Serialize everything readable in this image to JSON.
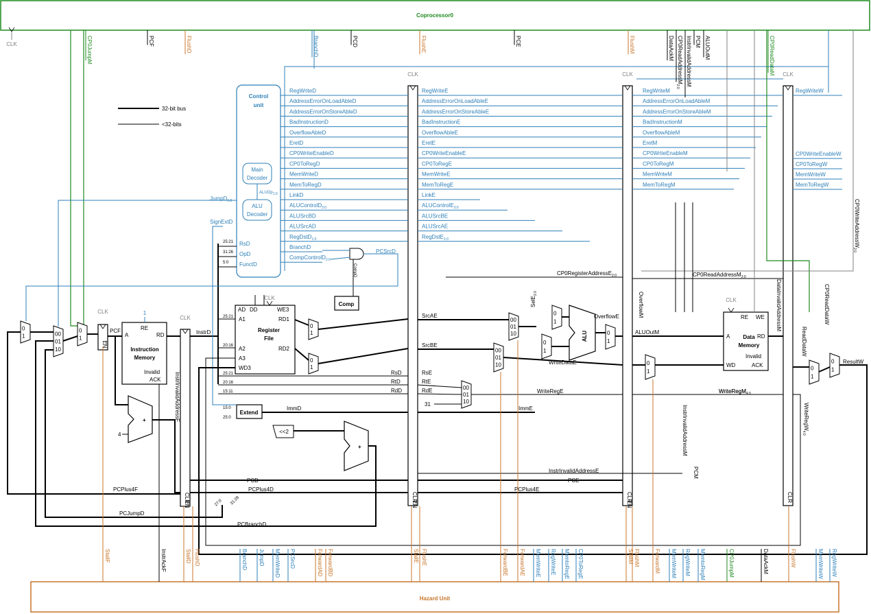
{
  "colors": {
    "blue": "#2d7fb8",
    "orange": "#c8752b",
    "green": "#1f8a1f",
    "gray": "#808080",
    "black": "#000000"
  },
  "blocks": {
    "coprocessor": "Coprocessor0",
    "hazard": "Hazard Unit",
    "control_unit": [
      "Control",
      "unit"
    ],
    "main_decoder": [
      "Main",
      "Decoder"
    ],
    "alu_decoder": [
      "ALU",
      "Decoder"
    ],
    "aluop": "ALUOp",
    "aluop_sub": "1:0",
    "instr_mem": [
      "Instruction",
      "Memory"
    ],
    "instr_mem_ports": {
      "re": "RE",
      "a": "A",
      "rd": "RD",
      "invalid": "Invalid",
      "ack": "ACK",
      "one": "1"
    },
    "reg_file": [
      "Register",
      "File"
    ],
    "reg_file_ports": {
      "ad": "AD",
      "dd": "DD",
      "we3": "WE3",
      "a1": "A1",
      "a2": "A2",
      "a3": "A3",
      "wd3": "WD3",
      "rd1": "RD1",
      "rd2": "RD2"
    },
    "data_mem": [
      "Data",
      "Memory"
    ],
    "data_mem_ports": {
      "re": "RE",
      "we": "WE",
      "a": "A",
      "rd": "RD",
      "wd": "WD",
      "invalid": "Invalid",
      "ack": "ACK"
    },
    "alu": "ALU",
    "comp": "Comp",
    "extend": "Extend",
    "shift": "<<2",
    "plus": "+",
    "four": "4",
    "thirty_one": "31",
    "en": "EN",
    "clr": "CLR",
    "clk": "CLK"
  },
  "legend": {
    "bus": "32-bit bus",
    "bits": "<32-bits"
  },
  "mux_inputs": {
    "zero": "0",
    "one": "1",
    "s00": "00",
    "s01": "01",
    "s10": "10"
  },
  "control_d": [
    "RegWriteD",
    "AddressErrorOnLoadAbleD",
    "AddressErrorOnStoreAbleD",
    "BadInstructionD",
    "OverflowAbleD",
    "EretD",
    "CP0WriteEnableD",
    "CP0ToRegD",
    "MemWriteD",
    "MemToRegD",
    "LinkD",
    "ALUControlD",
    "ALUSrcBD",
    "ALUSrcAD",
    "RegDstD",
    "BranchD",
    "CompControlD"
  ],
  "control_d_subs": {
    "ALUControlD": "3:0",
    "RegDstD": "1:0",
    "CompControlD": "2:0"
  },
  "control_e": [
    "RegWriteE",
    "AddressErrorOnLoadAbleE",
    "AddressErrorOnStoreAbleE",
    "BadInstructionE",
    "OverflowAbleE",
    "EretE",
    "CP0WriteEnableE",
    "CP0ToRegE",
    "MemWriteE",
    "MemToRegE",
    "LinkE",
    "ALUControlE",
    "ALUSrcBE",
    "ALUSrcAE",
    "RegDstE"
  ],
  "control_e_subs": {
    "ALUControlE": "3:0",
    "RegDstE": "1:0"
  },
  "control_m": [
    "RegWriteM",
    "AddressErrorOnLoadAbleM",
    "AddressErrorOnStoreAbleM",
    "BadInstructionM",
    "OverflowAbleM",
    "EretM",
    "CP0WriteEnableM",
    "CP0ToRegM",
    "MemWriteM",
    "MemToRegM"
  ],
  "control_w": [
    "RegWriteW",
    "CP0WriteEnableW",
    "CP0ToRegW",
    "MemWriteW",
    "MemToRegW"
  ],
  "decode_fields": [
    "RsD",
    "OpD",
    "FunctD"
  ],
  "decode_bits": [
    "25:21",
    "31:26",
    "5:0"
  ],
  "top_signals": [
    "CP0JumpM",
    "PCF",
    "FlushD",
    "BranchD",
    "PCD",
    "FlushE",
    "PCE",
    "FlushM",
    "DataAckM",
    "CP0ReadAddressM",
    "InstrInvalidAddressM",
    "PCM",
    "ALUOutM",
    "CP0ReadDataM",
    "CP0WriteAddressW"
  ],
  "top_subs": {
    "CP0ReadAddressM": "2:0",
    "CP0WriteAddressW": "2:0"
  },
  "bottom_signals": [
    "StallF",
    "InstrAckF",
    "StallD",
    "FlushD",
    "BranchD",
    "JumpD",
    "MemWriteD",
    "PCSrcD",
    "ForwardAD",
    "ForwardBD",
    "StallE",
    "FlushE",
    "ForwardBE",
    "ForwardAE",
    "MemWriteE",
    "RegWriteE",
    "MemtoRegE",
    "CP0ToRegE",
    "FlushM",
    "StallM",
    "ForwardM",
    "MemWriteM",
    "RegWriteM",
    "MemtoRegM",
    "CP0JumpM",
    "DataAckM",
    "FlushW",
    "MemWriteW",
    "RegWriteW"
  ],
  "signals": {
    "jumpd": "JumpD",
    "jumpd_sub": "1:0",
    "signextd": "SignExtD",
    "pcsrcd": "PCSrcD",
    "compd": "CompD",
    "instrd": "InstrD",
    "pcf": "PCF",
    "srcae": "SrcAE",
    "srcbe": "SrcBE",
    "rsd": "RsD",
    "rtd": "RtD",
    "rdd": "RdD",
    "rse": "RsE",
    "rte": "RtE",
    "rde": "RdE",
    "immd": "ImmD",
    "imme": "ImmE",
    "writedatae": "WriteDataE",
    "writerege": "WriteRegE",
    "writerege_sub": "4:0",
    "overflowe": "OverflowE",
    "overfloww": "OverflowM",
    "cp0regaddre": "CP0RegisterAddressE",
    "cp0regaddre_sub": "2:0",
    "cp0readaddrm": "CP0ReadAddressM",
    "cp0readaddrm_sub": "2:0",
    "sele": "SelE",
    "sele_sub": "2:0",
    "aluoutm": "ALUOutM",
    "writeregm": "WriteRegM",
    "writeregm_sub": "4:0",
    "datainvalidaddrm": "DataInvalidAddressM",
    "instrinvalidaddrm": "InstrInvalidAddressM",
    "instrinvalidaddre": "InstrInvalidAddressE",
    "instrinvalidaddrf": "InstrInvalidAddressF",
    "pcm": "PCM",
    "readdataw": "ReadDataW",
    "cp0readdataw": "CP0ReadDataW",
    "resultw": "ResultW",
    "writeregw": "WriteRegW",
    "writeregw_sub": "4:0",
    "pcd": "PCD",
    "pce": "PCE",
    "pcplus4f": "PCPlus4F",
    "pcplus4d": "PCPlus4D",
    "pcplus4e": "PCPlus4E",
    "pcjumpd": "PCJumpD",
    "pcbranchd": "PCBranchD"
  },
  "bit_ranges": {
    "r25_21": "25:21",
    "r20_16": "20:16",
    "r15_11": "15:11",
    "r15_0": "15:0",
    "r25_0": "25:0",
    "r27_0": "27:0",
    "r31_28": "31:28",
    "r2_0": "2:0"
  }
}
